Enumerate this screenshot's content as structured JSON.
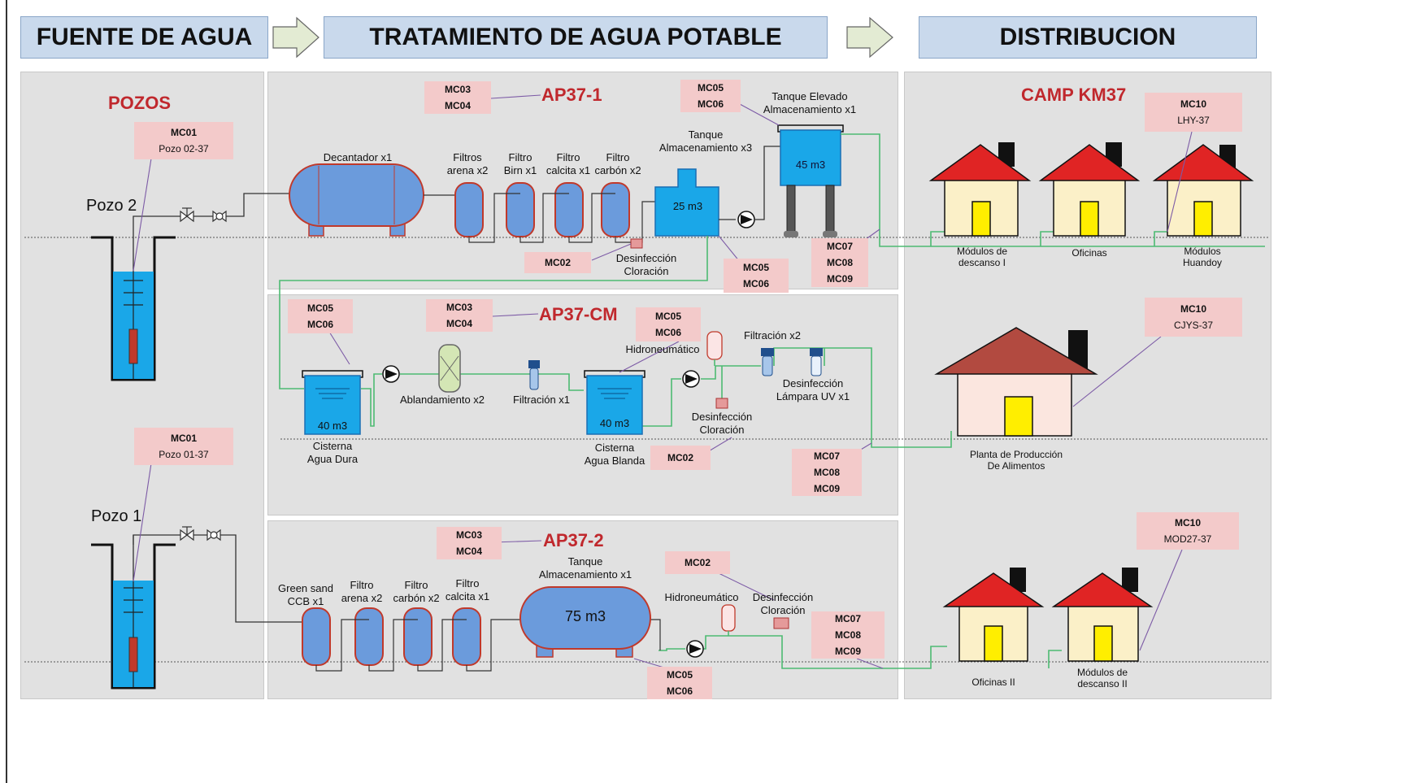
{
  "headers": {
    "fuente": "FUENTE  DE AGUA",
    "tratamiento": "TRATAMIENTO DE AGUA POTABLE",
    "distribucion": "DISTRIBUCION"
  },
  "source": {
    "title": "POZOS",
    "pozo2": {
      "label": "Pozo 2",
      "tag_code": "MC01",
      "tag_name": "Pozo 02-37"
    },
    "pozo1": {
      "label": "Pozo 1",
      "tag_code": "MC01",
      "tag_name": "Pozo 01-37"
    }
  },
  "ap37_1": {
    "title": "AP37-1",
    "tag_top": [
      "MC03",
      "MC04"
    ],
    "decantador": "Decantador x1",
    "filtro_arena": "Filtros\narena x2",
    "filtro_birn": "Filtro\nBirn x1",
    "filtro_calcita": "Filtro\ncalcita x1",
    "filtro_carbon": "Filtro\ncarbón x2",
    "tanque_label": "Tanque\nAlmacenamiento x3",
    "tanque_volume": "25 m3",
    "elevado_label": "Tanque Elevado\nAlmacenamiento x1",
    "elevado_volume": "45 m3",
    "tag_elevado": [
      "MC05",
      "MC06"
    ],
    "tag_mc02": "MC02",
    "desinfeccion": "Desinfección\nCloración",
    "tag_bottom": [
      "MC05",
      "MC06"
    ],
    "tag_dist": [
      "MC07",
      "MC08",
      "MC09"
    ]
  },
  "ap37_cm": {
    "title": "AP37-CM",
    "tag_top": [
      "MC03",
      "MC04"
    ],
    "tag_cisterna": [
      "MC05",
      "MC06"
    ],
    "cisterna_dura": "Cisterna\nAgua Dura",
    "cisterna_dura_volume": "40 m3",
    "ablandamiento": "Ablandamiento x2",
    "filtracion1": "Filtración x1",
    "tag_hidro": [
      "MC05",
      "MC06"
    ],
    "hidroneumatico": "Hidroneumático",
    "cisterna_blanda": "Cisterna\nAgua Blanda",
    "cisterna_blanda_volume": "40 m3",
    "filtracion2": "Filtración x2",
    "desinfeccion_uv": "Desinfección\nLámpara UV x1",
    "desinfeccion": "Desinfección\nCloración",
    "tag_mc02": "MC02",
    "tag_dist": [
      "MC07",
      "MC08",
      "MC09"
    ]
  },
  "ap37_2": {
    "title": "AP37-2",
    "tag_top": [
      "MC03",
      "MC04"
    ],
    "green_sand": "Green sand\nCCB x1",
    "filtro_arena": "Filtro\narena x2",
    "filtro_carbon": "Filtro\ncarbón x2",
    "filtro_calcita": "Filtro\ncalcita x1",
    "tanque_label": "Tanque\nAlmacenamiento x1",
    "tanque_volume": "75 m3",
    "tag_mc02": "MC02",
    "hidroneumatico": "Hidroneumático",
    "desinfeccion": "Desinfección\nCloración",
    "tag_dist": [
      "MC07",
      "MC08",
      "MC09"
    ],
    "tag_bottom": [
      "MC05",
      "MC06"
    ]
  },
  "distribution": {
    "title": "CAMP KM37",
    "tag_lhy": {
      "code": "MC10",
      "name": "LHY-37"
    },
    "tag_cjys": {
      "code": "MC10",
      "name": "CJYS-37"
    },
    "tag_mod": {
      "code": "MC10",
      "name": "MOD27-37"
    },
    "modulos_descanso_1": "Módulos de\ndescanso I",
    "oficinas": "Oficinas",
    "modulos_huandoy": "Módulos\nHuandoy",
    "planta": "Planta de Producción\nDe Alimentos",
    "oficinas_2": "Oficinas II",
    "modulos_descanso_2": "Módulos de\ndescanso II"
  },
  "colors": {
    "panel": "#e1e1e1",
    "header": "#c9d9ec",
    "equipment_blue": "#6b9bdc",
    "water_blue": "#1aa7e8",
    "tag_pink": "#f3caca",
    "title_red": "#c0282d",
    "pipe_green": "#4dbb72",
    "roof_red": "#e02424",
    "wall_cream": "#fbf0c8",
    "door_yellow": "#ffee00"
  }
}
